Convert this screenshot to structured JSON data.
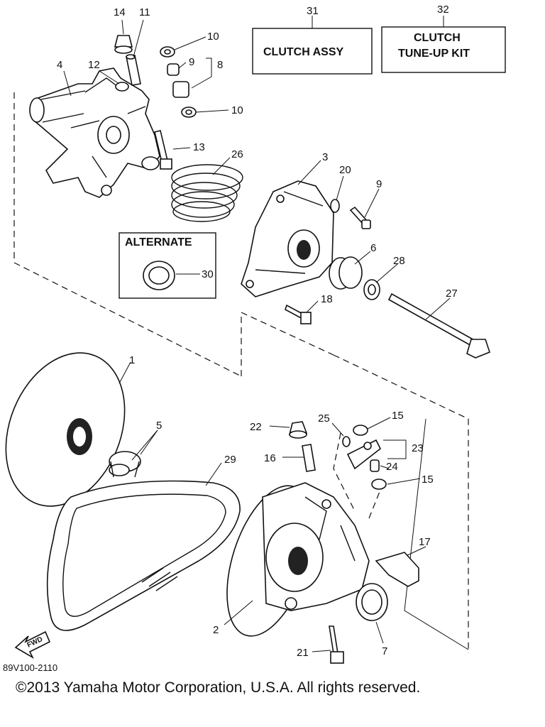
{
  "boxes": {
    "clutch_assy": {
      "number": "31",
      "label": "CLUTCH ASSY"
    },
    "tune_up_kit": {
      "number": "32",
      "label_line1": "CLUTCH",
      "label_line2": "TUNE-UP KIT"
    },
    "alternate": {
      "label": "ALTERNATE",
      "number": "30"
    }
  },
  "parts": {
    "p1": "1",
    "p2": "2",
    "p3": "3",
    "p4": "4",
    "p5": "5",
    "p6": "6",
    "p7": "7",
    "p8": "8",
    "p9a": "9",
    "p9b": "9",
    "p10a": "10",
    "p10b": "10",
    "p11": "11",
    "p12": "12",
    "p13": "13",
    "p14": "14",
    "p15a": "15",
    "p15b": "15",
    "p16": "16",
    "p17": "17",
    "p18": "18",
    "p20": "20",
    "p21": "21",
    "p22": "22",
    "p23": "23",
    "p24": "24",
    "p25": "25",
    "p26": "26",
    "p27": "27",
    "p28": "28",
    "p29": "29"
  },
  "fwd_label": "FWD",
  "drawing_code": "89V100-2110",
  "copyright": "©2013 Yamaha Motor Corporation, U.S.A. All rights reserved."
}
